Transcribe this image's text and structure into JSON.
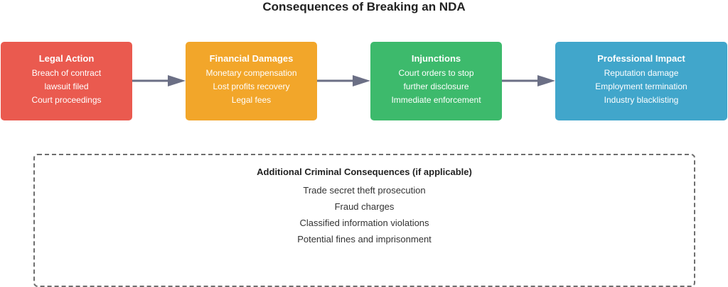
{
  "title": "Consequences of Breaking an NDA",
  "colors": {
    "legal_action": "#ea5a4f",
    "financial_damages": "#f2a62a",
    "injunctions": "#3dba6c",
    "professional_impact": "#41a6cb",
    "arrow": "#6b6f85",
    "dashed_border": "#6e6e6e"
  },
  "boxes": [
    {
      "title": "Legal Action",
      "lines": [
        "Breach of contract",
        "lawsuit filed",
        "Court proceedings"
      ]
    },
    {
      "title": "Financial Damages",
      "lines": [
        "Monetary compensation",
        "Lost profits recovery",
        "Legal fees"
      ]
    },
    {
      "title": "Injunctions",
      "lines": [
        "Court orders to stop",
        "further disclosure",
        "Immediate enforcement"
      ]
    },
    {
      "title": "Professional Impact",
      "lines": [
        "Reputation damage",
        "Employment termination",
        "Industry blacklisting"
      ]
    }
  ],
  "criminal": {
    "title": "Additional Criminal Consequences (if applicable)",
    "lines": [
      "Trade secret theft prosecution",
      "Fraud charges",
      "Classified information violations",
      "Potential fines and imprisonment"
    ]
  }
}
